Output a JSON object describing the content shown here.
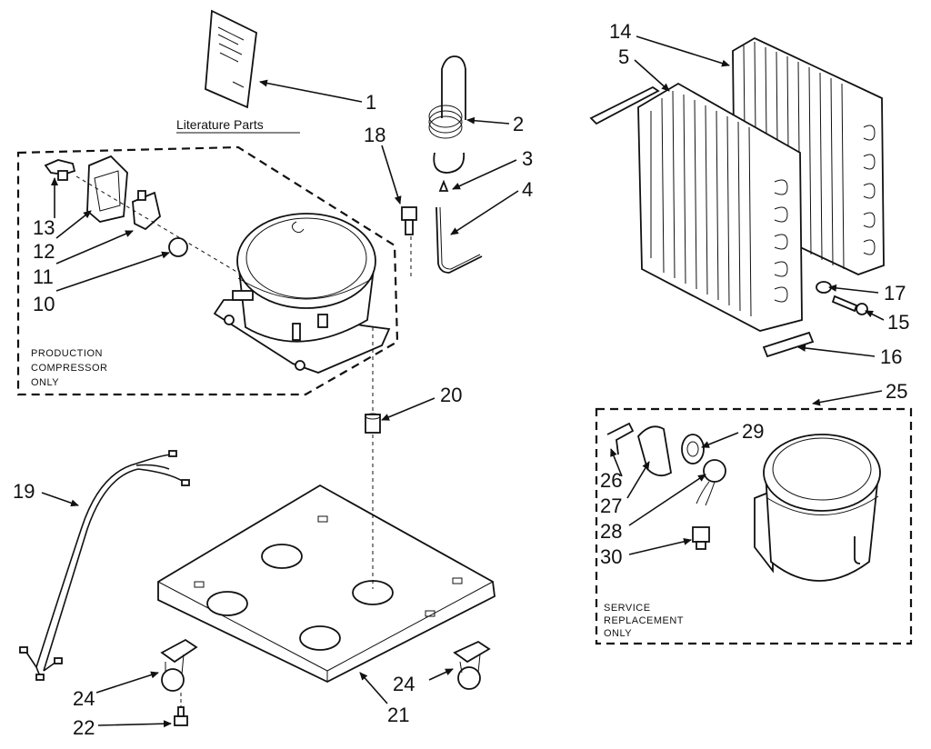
{
  "labels": {
    "l1": "1",
    "l2": "2",
    "l3": "3",
    "l4": "4",
    "l5": "5",
    "l10": "10",
    "l11": "11",
    "l12": "12",
    "l13": "13",
    "l14": "14",
    "l15": "15",
    "l16": "16",
    "l17": "17",
    "l18": "18",
    "l19": "19",
    "l20": "20",
    "l21": "21",
    "l22": "22",
    "l24a": "24",
    "l24b": "24",
    "l25": "25",
    "l26": "26",
    "l27": "27",
    "l28": "28",
    "l29": "29",
    "l30": "30"
  },
  "captions": {
    "literature": "Literature Parts",
    "production_1": "PRODUCTION",
    "production_2": "COMPRESSOR",
    "production_3": "ONLY",
    "service_1": "SERVICE",
    "service_2": "REPLACEMENT",
    "service_3": "ONLY"
  }
}
